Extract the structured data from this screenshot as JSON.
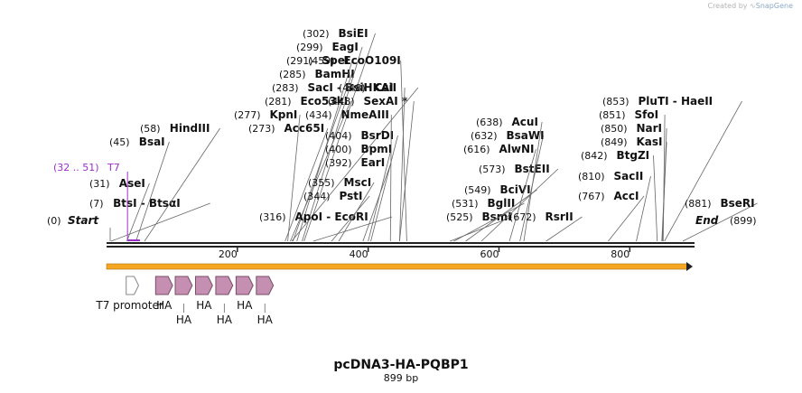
{
  "credit": {
    "prefix": "Created by",
    "brand": "SnapGene"
  },
  "plasmid": {
    "name": "pcDNA3-HA-PQBP1",
    "length_label": "899 bp",
    "length_bp": 899
  },
  "ends": [
    {
      "pos": "(0)",
      "name": "Start"
    },
    {
      "pos": "(899)",
      "name": "End"
    }
  ],
  "sites": [
    {
      "pos": "(7)",
      "name": "BtsI  -  BtsαI",
      "bp": 7
    },
    {
      "pos": "(31)",
      "name": "AseI",
      "bp": 31
    },
    {
      "pos": "(45)",
      "name": "BsaI",
      "bp": 45
    },
    {
      "pos": "(58)",
      "name": "HindIII",
      "bp": 58
    },
    {
      "pos": "(273)",
      "name": "Acc65I",
      "bp": 273
    },
    {
      "pos": "(277)",
      "name": "KpnI",
      "bp": 277
    },
    {
      "pos": "(281)",
      "name": "Eco53kI",
      "bp": 281
    },
    {
      "pos": "(283)",
      "name": "SacI  -  BsiHKAI",
      "bp": 283
    },
    {
      "pos": "(285)",
      "name": "BamHI",
      "bp": 285
    },
    {
      "pos": "(291)",
      "name": "SpeI",
      "bp": 291
    },
    {
      "pos": "(299)",
      "name": "EagI",
      "bp": 299
    },
    {
      "pos": "(302)",
      "name": "BsiEI",
      "bp": 302
    },
    {
      "pos": "(316)",
      "name": "ApoI  -  EcoRI",
      "bp": 316
    },
    {
      "pos": "(344)",
      "name": "PstI",
      "bp": 344
    },
    {
      "pos": "(355)",
      "name": "MscI",
      "bp": 355
    },
    {
      "pos": "(392)",
      "name": "EarI",
      "bp": 392
    },
    {
      "pos": "(400)",
      "name": "BpmI",
      "bp": 400
    },
    {
      "pos": "(404)",
      "name": "BsrDI",
      "bp": 404
    },
    {
      "pos": "(434)",
      "name": "NmeAIII",
      "bp": 434
    },
    {
      "pos": "(448)",
      "name": "SexAI *",
      "bp": 448
    },
    {
      "pos": "(448)",
      "name": "CsiI",
      "bp": 448
    },
    {
      "pos": "(459)",
      "name": "EcoO109I",
      "bp": 459
    },
    {
      "pos": "(525)",
      "name": "BsmI",
      "bp": 525
    },
    {
      "pos": "(531)",
      "name": "BglII",
      "bp": 531
    },
    {
      "pos": "(549)",
      "name": "BciVI",
      "bp": 549
    },
    {
      "pos": "(573)",
      "name": "BstEII",
      "bp": 573
    },
    {
      "pos": "(616)",
      "name": "AlwNI",
      "bp": 616
    },
    {
      "pos": "(632)",
      "name": "BsaWI",
      "bp": 632
    },
    {
      "pos": "(638)",
      "name": "AcuI",
      "bp": 638
    },
    {
      "pos": "(672)",
      "name": "RsrII",
      "bp": 672
    },
    {
      "pos": "(767)",
      "name": "AccI",
      "bp": 767
    },
    {
      "pos": "(810)",
      "name": "SacII",
      "bp": 810
    },
    {
      "pos": "(842)",
      "name": "BtgZI",
      "bp": 842
    },
    {
      "pos": "(849)",
      "name": "KasI",
      "bp": 849
    },
    {
      "pos": "(850)",
      "name": "NarI",
      "bp": 850
    },
    {
      "pos": "(851)",
      "name": "SfoI",
      "bp": 851
    },
    {
      "pos": "(853)",
      "name": "PluTI  -  HaeII",
      "bp": 853
    },
    {
      "pos": "(881)",
      "name": "BseRI",
      "bp": 881
    }
  ],
  "primer_site": {
    "range": "(32 .. 51)",
    "name": "T7",
    "start": 32,
    "end": 51,
    "color": "#9b2fc9"
  },
  "ticks": [
    {
      "bp": 200,
      "label": "200"
    },
    {
      "bp": 400,
      "label": "400"
    },
    {
      "bp": 600,
      "label": "600"
    },
    {
      "bp": 800,
      "label": "800"
    }
  ],
  "features": [
    {
      "name": "T7 promoter",
      "type": "promoter",
      "start": 30,
      "end": 49,
      "color": "#ffffff"
    },
    {
      "name": "HA",
      "type": "tag",
      "start": 75,
      "end": 101,
      "color": "#c48fb0"
    },
    {
      "name": "HA",
      "type": "tag",
      "start": 105,
      "end": 131,
      "color": "#c48fb0"
    },
    {
      "name": "HA",
      "type": "tag",
      "start": 136,
      "end": 162,
      "color": "#c48fb0"
    },
    {
      "name": "HA",
      "type": "tag",
      "start": 167,
      "end": 193,
      "color": "#c48fb0"
    },
    {
      "name": "HA",
      "type": "tag",
      "start": 198,
      "end": 224,
      "color": "#c48fb0"
    },
    {
      "name": "HA",
      "type": "tag",
      "start": 229,
      "end": 255,
      "color": "#c48fb0"
    }
  ],
  "orf": {
    "start": 0,
    "end": 899,
    "color": "#f5a623"
  },
  "colors": {
    "backbone": "#222222",
    "leader": "#666666",
    "text": "#111111"
  }
}
